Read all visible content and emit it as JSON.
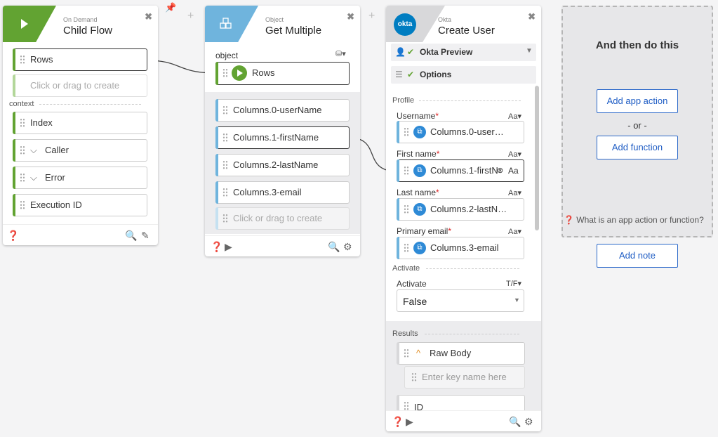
{
  "colors": {
    "green": "#6aa534",
    "blue": "#6fb4dd",
    "okta": "#007dc1",
    "link": "#1e5cc4"
  },
  "card1": {
    "supertitle": "On Demand",
    "title": "Child Flow",
    "rows": "Rows",
    "placeholder": "Click or drag to create",
    "context_label": "context",
    "index": "Index",
    "caller": "Caller",
    "error": "Error",
    "execution_id": "Execution ID"
  },
  "card2": {
    "supertitle": "Object",
    "title": "Get Multiple",
    "object_label": "object",
    "rows_input": "Rows",
    "outputs": [
      "Columns.0-userName",
      "Columns.1-firstName",
      "Columns.2-lastName",
      "Columns.3-email"
    ],
    "placeholder": "Click or drag to create"
  },
  "card3": {
    "logo": "okta",
    "supertitle": "Okta",
    "title": "Create User",
    "connection": "Okta Preview",
    "options": "Options",
    "profile_label": "Profile",
    "username_label": "Username",
    "firstname_label": "First name",
    "lastname_label": "Last name",
    "email_label": "Primary email",
    "required_mark": "*",
    "aa": "Aa",
    "username_value": "Columns.0-user…",
    "firstname_value": "Columns.1-firstN",
    "lastname_value": "Columns.2-lastN…",
    "email_value": "Columns.3-email",
    "activate_section": "Activate",
    "activate_label": "Activate",
    "tf": "T/F",
    "activate_value": "False",
    "results_label": "Results",
    "raw_body": "Raw Body",
    "key_placeholder": "Enter key name here",
    "id_field": "ID"
  },
  "panel": {
    "title": "And then do this",
    "add_app_action": "Add app action",
    "or": "- or -",
    "add_function": "Add function",
    "help": "What is an app action or function?",
    "add_note": "Add note"
  }
}
